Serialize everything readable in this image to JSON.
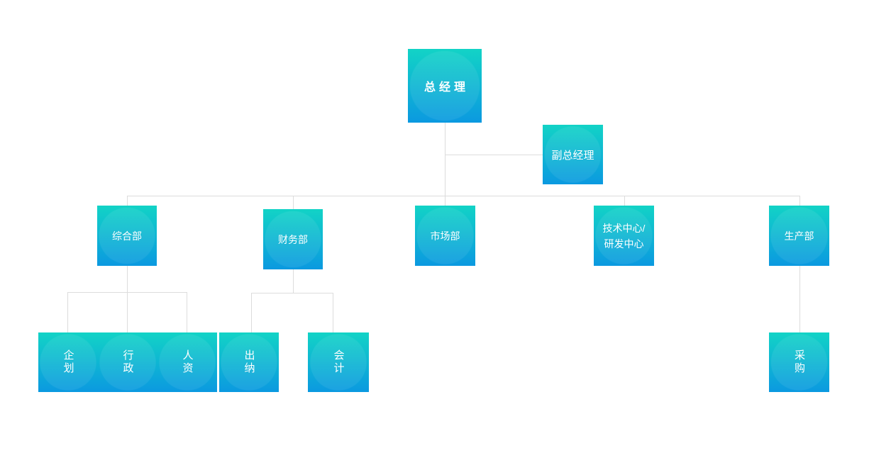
{
  "palette": {
    "page_background": "#ffffff",
    "box_gradient_top": "#12d3c6",
    "box_gradient_bottom": "#0b99e0",
    "connector_color": "#dcdcdc",
    "label_color": "#ffffff"
  },
  "org_chart": {
    "nodes": {
      "general_manager": {
        "label": "总经理"
      },
      "deputy_general_manager": {
        "label": "副总经理"
      },
      "general_department": {
        "label": "综合部"
      },
      "finance_department": {
        "label": "财务部"
      },
      "marketing_department": {
        "label": "市场部"
      },
      "tech_rd_center": {
        "label": "技术中心/\n研发中心"
      },
      "production_department": {
        "label": "生产部"
      },
      "planning": {
        "label": "企划"
      },
      "administration": {
        "label": "行政"
      },
      "human_resources": {
        "label": "人资"
      },
      "cashier": {
        "label": "出纳"
      },
      "accounting": {
        "label": "会计"
      },
      "procurement": {
        "label": "采购"
      }
    }
  }
}
